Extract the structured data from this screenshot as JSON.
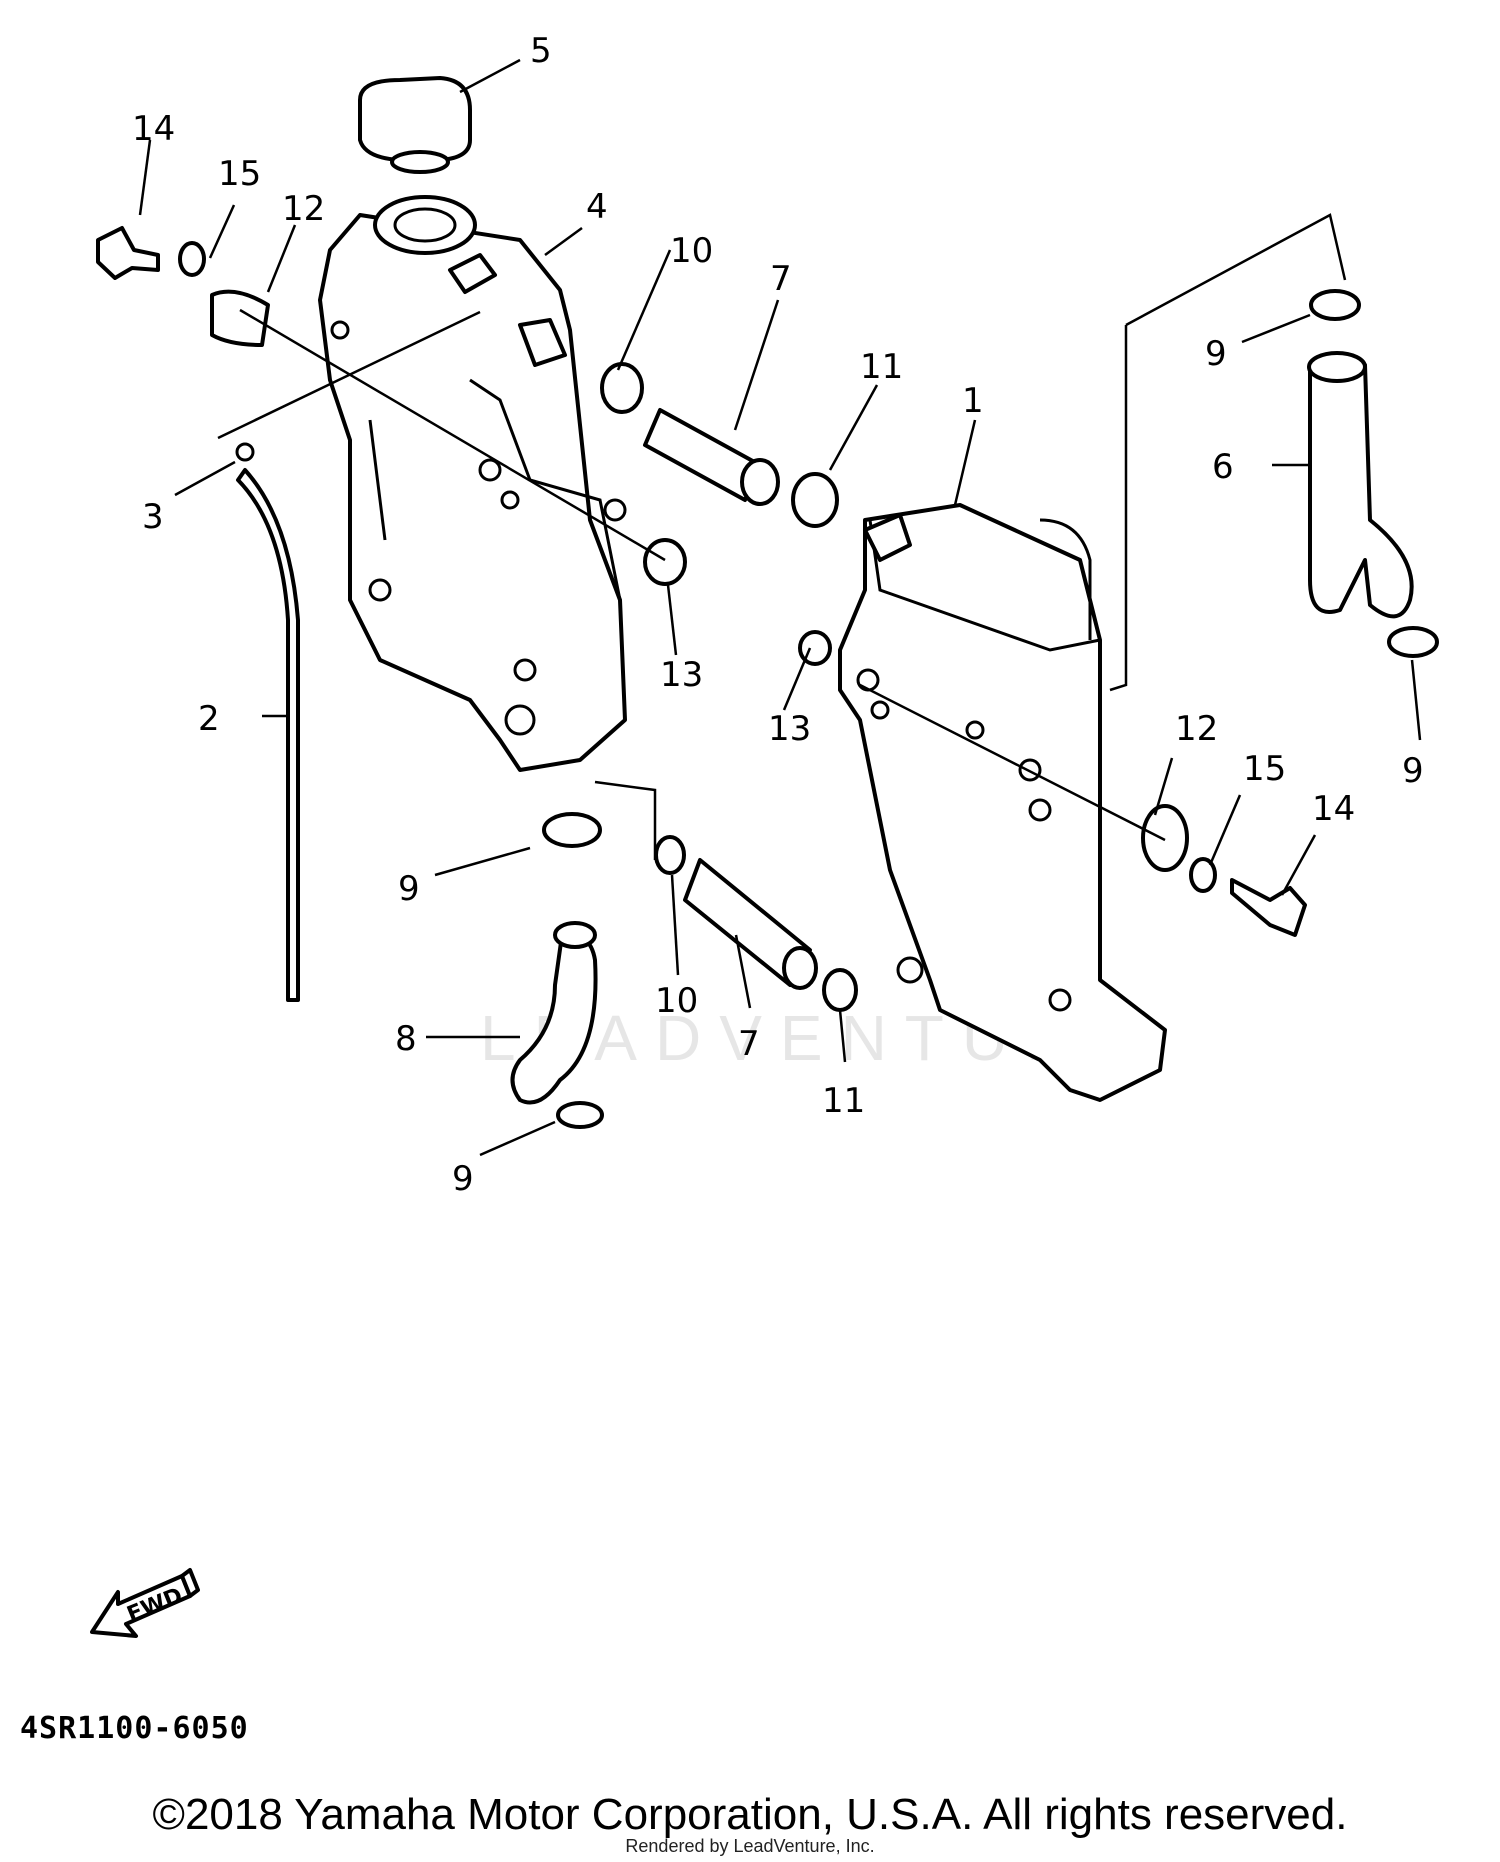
{
  "diagram": {
    "watermark": "LEADVENTURE",
    "fwd_label": "FWD",
    "diagram_code": "4SR1100-6050",
    "callouts": {
      "c1": "1",
      "c2": "2",
      "c3": "3",
      "c4": "4",
      "c5": "5",
      "c6": "6",
      "c7a": "7",
      "c7b": "7",
      "c8": "8",
      "c9a": "9",
      "c9b": "9",
      "c9c": "9",
      "c9d": "9",
      "c10a": "10",
      "c10b": "10",
      "c11a": "11",
      "c11b": "11",
      "c12a": "12",
      "c12b": "12",
      "c13a": "13",
      "c13b": "13",
      "c14a": "14",
      "c14b": "14",
      "c15a": "15",
      "c15b": "15"
    }
  },
  "footer": {
    "copyright": "©2018 Yamaha Motor Corporation, U.S.A. All rights reserved.",
    "rendered_by": "Rendered by LeadVenture, Inc."
  }
}
